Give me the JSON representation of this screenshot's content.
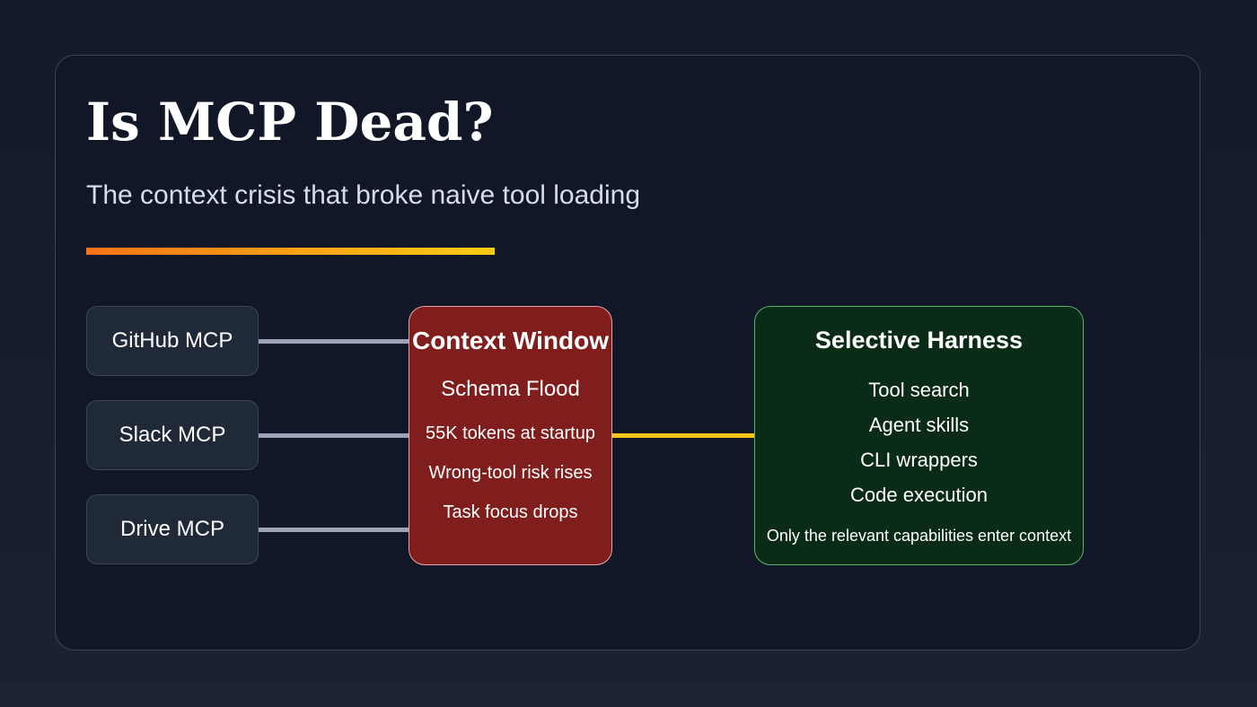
{
  "title": "Is MCP Dead?",
  "subtitle": "The context crisis that broke naive tool loading",
  "colors": {
    "background": "#131a28",
    "card": "#111727",
    "context_box": "#801d1d",
    "harness_box": "#0a2b16",
    "accent_start": "#f97316",
    "accent_end": "#facc15",
    "connector_gray": "#9aa4b6",
    "connector_yellow": "#f5c518"
  },
  "sources": [
    {
      "label": "GitHub MCP"
    },
    {
      "label": "Slack MCP"
    },
    {
      "label": "Drive MCP"
    }
  ],
  "context_window": {
    "title": "Context Window",
    "subtitle": "Schema Flood",
    "items": [
      "55K tokens at startup",
      "Wrong-tool risk rises",
      "Task focus drops"
    ]
  },
  "selective_harness": {
    "title": "Selective Harness",
    "items": [
      "Tool search",
      "Agent skills",
      "CLI wrappers",
      "Code execution"
    ],
    "note": "Only the relevant capabilities enter context"
  }
}
